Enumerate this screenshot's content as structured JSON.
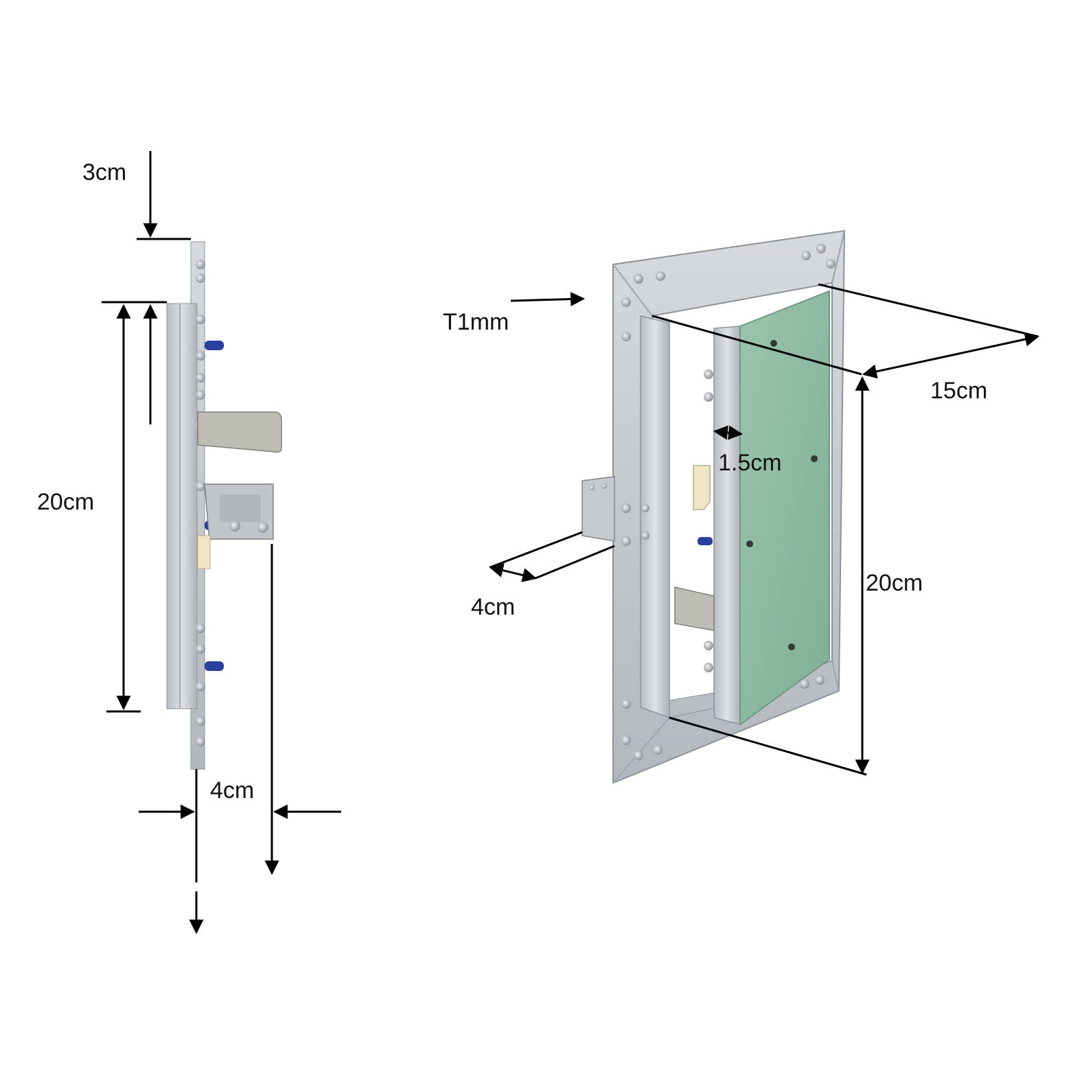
{
  "side_view": {
    "top_offset_label": "3cm",
    "height_label": "20cm",
    "depth_label": "4cm"
  },
  "front_view": {
    "thickness_label": "T1mm",
    "width_label": "15cm",
    "height_label": "20cm",
    "gap_label": "1.5cm",
    "depth_label": "4cm"
  },
  "colors": {
    "aluminium": "#c9cdd1",
    "aluminium_dark": "#9ea4aa",
    "board_green": "#8fb9a3",
    "steel": "#b9b9b3",
    "bolt_blue": "#2b3f9e",
    "latch_cream": "#efe6c8",
    "dimension_line": "#000000"
  }
}
